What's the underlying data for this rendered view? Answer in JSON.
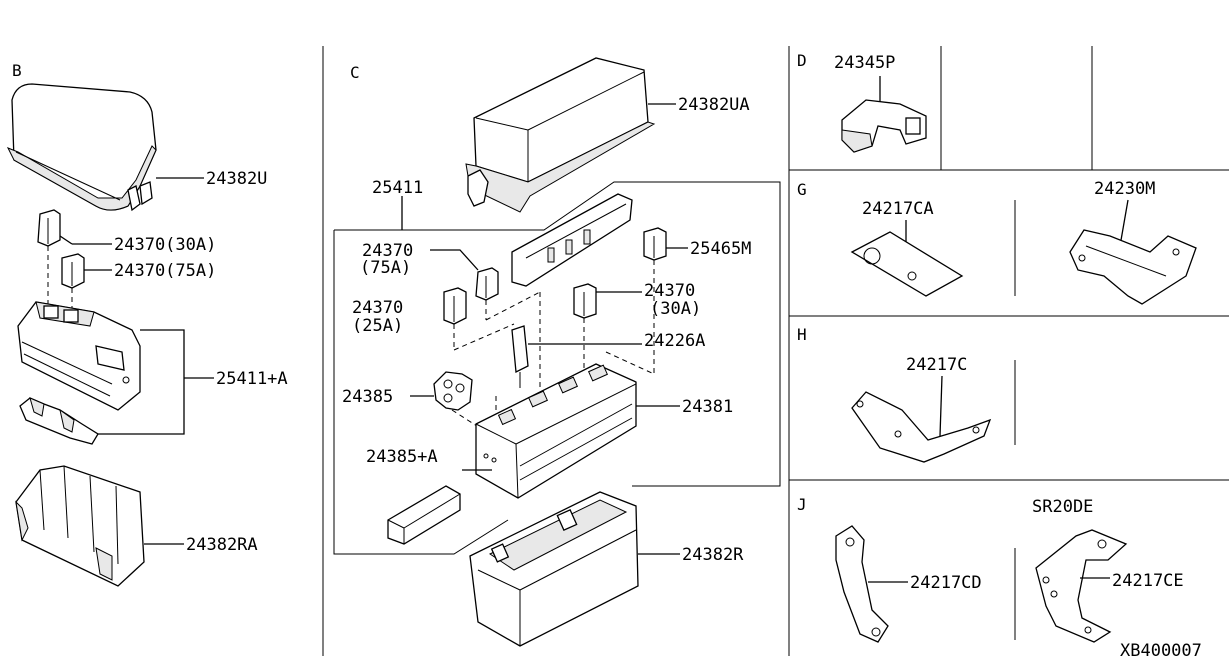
{
  "sections": {
    "B": "B",
    "C": "C",
    "D": "D",
    "G": "G",
    "H": "H",
    "J": "J"
  },
  "labels": {
    "b_24382U": "24382U",
    "b_24370_30A": "24370(30A)",
    "b_24370_75A": "24370(75A)",
    "b_25411A": "25411+A",
    "b_24382RA": "24382RA",
    "c_24382UA": "24382UA",
    "c_25411": "25411",
    "c_24370_75": "24370",
    "c_75A": "(75A)",
    "c_24370_25": "24370",
    "c_25A": "(25A)",
    "c_25465M": "25465M",
    "c_24370_30": "24370",
    "c_30A": "(30A)",
    "c_24226A": "24226A",
    "c_24385": "24385",
    "c_24381": "24381",
    "c_24385A": "24385+A",
    "c_24382R": "24382R",
    "d_24345P": "24345P",
    "g_24217CA": "24217CA",
    "g_24230M": "24230M",
    "h_24217C": "24217C",
    "j_24217CD": "24217CD",
    "j_SR20DE": "SR20DE",
    "j_24217CE": "24217CE"
  },
  "diagram_code": "XB400007"
}
